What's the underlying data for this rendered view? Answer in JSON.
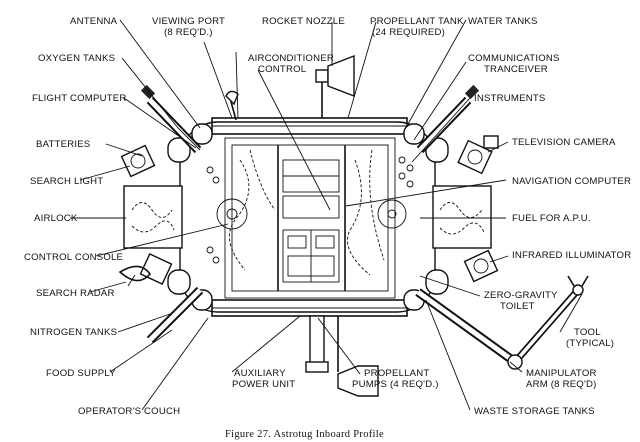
{
  "figure": {
    "caption": "Figure 27.   Astrotug Inboard Profile"
  },
  "labels": {
    "antenna": "ANTENNA",
    "viewing_port_1": "VIEWING PORT",
    "viewing_port_2": "(8 REQ'D.)",
    "rocket_nozzle": "ROCKET NOZZLE",
    "propellant_tank_1": "PROPELLANT TANK",
    "propellant_tank_2": "(24 REQUIRED)",
    "water_tanks": "WATER TANKS",
    "oxygen_tanks": "OXYGEN TANKS",
    "airconditioner_1": "AIRCONDITIONER",
    "airconditioner_2": "CONTROL",
    "communications_1": "COMMUNICATIONS",
    "communications_2": "TRANCEIVER",
    "flight_computer": "FLIGHT COMPUTER",
    "instruments": "INSTRUMENTS",
    "batteries": "BATTERIES",
    "television_camera": "TELEVISION CAMERA",
    "search_light": "SEARCH LIGHT",
    "navigation_computer": "NAVIGATION COMPUTER",
    "airlock": "AIRLOCK",
    "fuel_apu": "FUEL FOR A.P.U.",
    "control_console": "CONTROL CONSOLE",
    "infrared_illuminator": "INFRARED ILLUMINATOR",
    "search_radar": "SEARCH RADAR",
    "zero_gravity_1": "ZERO-GRAVITY",
    "zero_gravity_2": "TOILET",
    "nitrogen_tanks": "NITROGEN TANKS",
    "tool_1": "TOOL",
    "tool_2": "(TYPICAL)",
    "food_supply": "FOOD SUPPLY",
    "auxiliary_1": "AUXILIARY",
    "auxiliary_2": "POWER UNIT",
    "propellant_pumps_1": "PROPELLANT",
    "propellant_pumps_2": "PUMPS (4 REQ'D.)",
    "manipulator_1": "MANIPULATOR",
    "manipulator_2": "ARM (8 REQ'D)",
    "operators_couch": "OPERATOR'S COUCH",
    "waste_storage": "WASTE STORAGE TANKS"
  }
}
